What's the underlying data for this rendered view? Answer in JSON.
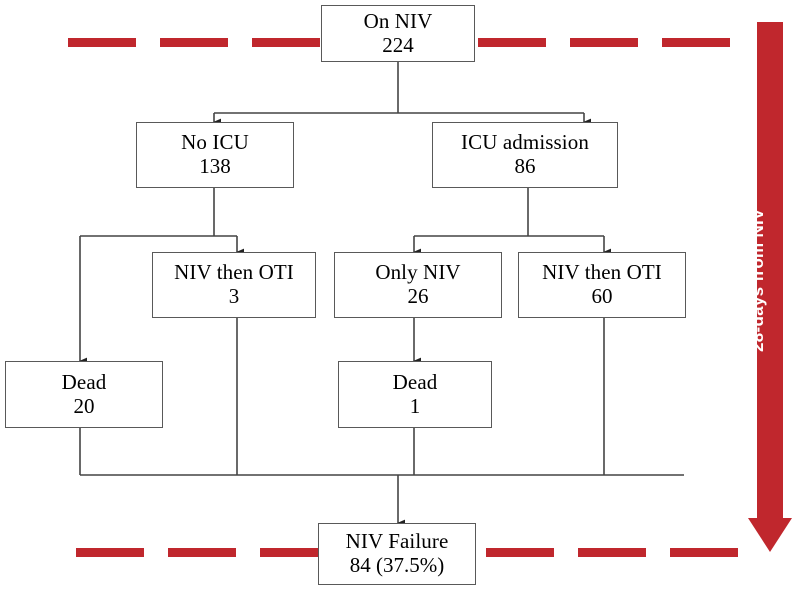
{
  "figure": {
    "type": "flowchart",
    "title": "NIV outcome flowchart",
    "accent_color": "#c0272d",
    "box_border_color": "#595959",
    "connector_color": "#333333",
    "background": "#ffffff"
  },
  "nodes": {
    "on_niv": {
      "label": "On NIV",
      "value": "224"
    },
    "no_icu": {
      "label": "No ICU",
      "value": "138"
    },
    "icu_adm": {
      "label": "ICU admission",
      "value": "86"
    },
    "niv_oti_3": {
      "label": "NIV then OTI",
      "value": "3"
    },
    "only_niv": {
      "label": "Only NIV",
      "value": "26"
    },
    "niv_oti_60": {
      "label": "NIV then OTI",
      "value": "60"
    },
    "dead_20": {
      "label": "Dead",
      "value": "20"
    },
    "dead_1": {
      "label": "Dead",
      "value": "1"
    },
    "niv_failure": {
      "label": "NIV Failure",
      "value": "84 (37.5%)"
    }
  },
  "timeline": {
    "arrow_label": "28-days from NIV",
    "top_rule_dashes": 6,
    "bottom_rule_dashes": 6
  },
  "chart_data": {
    "type": "flowchart",
    "title": "NIV outcome flowchart",
    "nodes": [
      {
        "id": "on_niv",
        "label": "On NIV",
        "n": 224,
        "level": 0
      },
      {
        "id": "no_icu",
        "label": "No ICU",
        "n": 138,
        "level": 1
      },
      {
        "id": "icu_adm",
        "label": "ICU admission",
        "n": 86,
        "level": 1
      },
      {
        "id": "niv_oti_3",
        "label": "NIV then OTI",
        "n": 3,
        "level": 2
      },
      {
        "id": "only_niv",
        "label": "Only NIV",
        "n": 26,
        "level": 2
      },
      {
        "id": "niv_oti_60",
        "label": "NIV then OTI",
        "n": 60,
        "level": 2
      },
      {
        "id": "dead_20",
        "label": "Dead",
        "n": 20,
        "level": 3
      },
      {
        "id": "dead_1",
        "label": "Dead",
        "n": 1,
        "level": 3
      },
      {
        "id": "niv_failure",
        "label": "NIV Failure",
        "n": 84,
        "pct": 37.5,
        "level": 4
      }
    ],
    "edges": [
      {
        "from": "on_niv",
        "to": "no_icu"
      },
      {
        "from": "on_niv",
        "to": "icu_adm"
      },
      {
        "from": "no_icu",
        "to": "dead_20"
      },
      {
        "from": "no_icu",
        "to": "niv_oti_3"
      },
      {
        "from": "icu_adm",
        "to": "only_niv"
      },
      {
        "from": "icu_adm",
        "to": "niv_oti_60"
      },
      {
        "from": "only_niv",
        "to": "dead_1"
      },
      {
        "from": "dead_20",
        "to": "niv_failure"
      },
      {
        "from": "niv_oti_3",
        "to": "niv_failure"
      },
      {
        "from": "dead_1",
        "to": "niv_failure"
      },
      {
        "from": "niv_oti_60",
        "to": "niv_failure"
      }
    ],
    "annotations": [
      "28-days from NIV"
    ]
  }
}
